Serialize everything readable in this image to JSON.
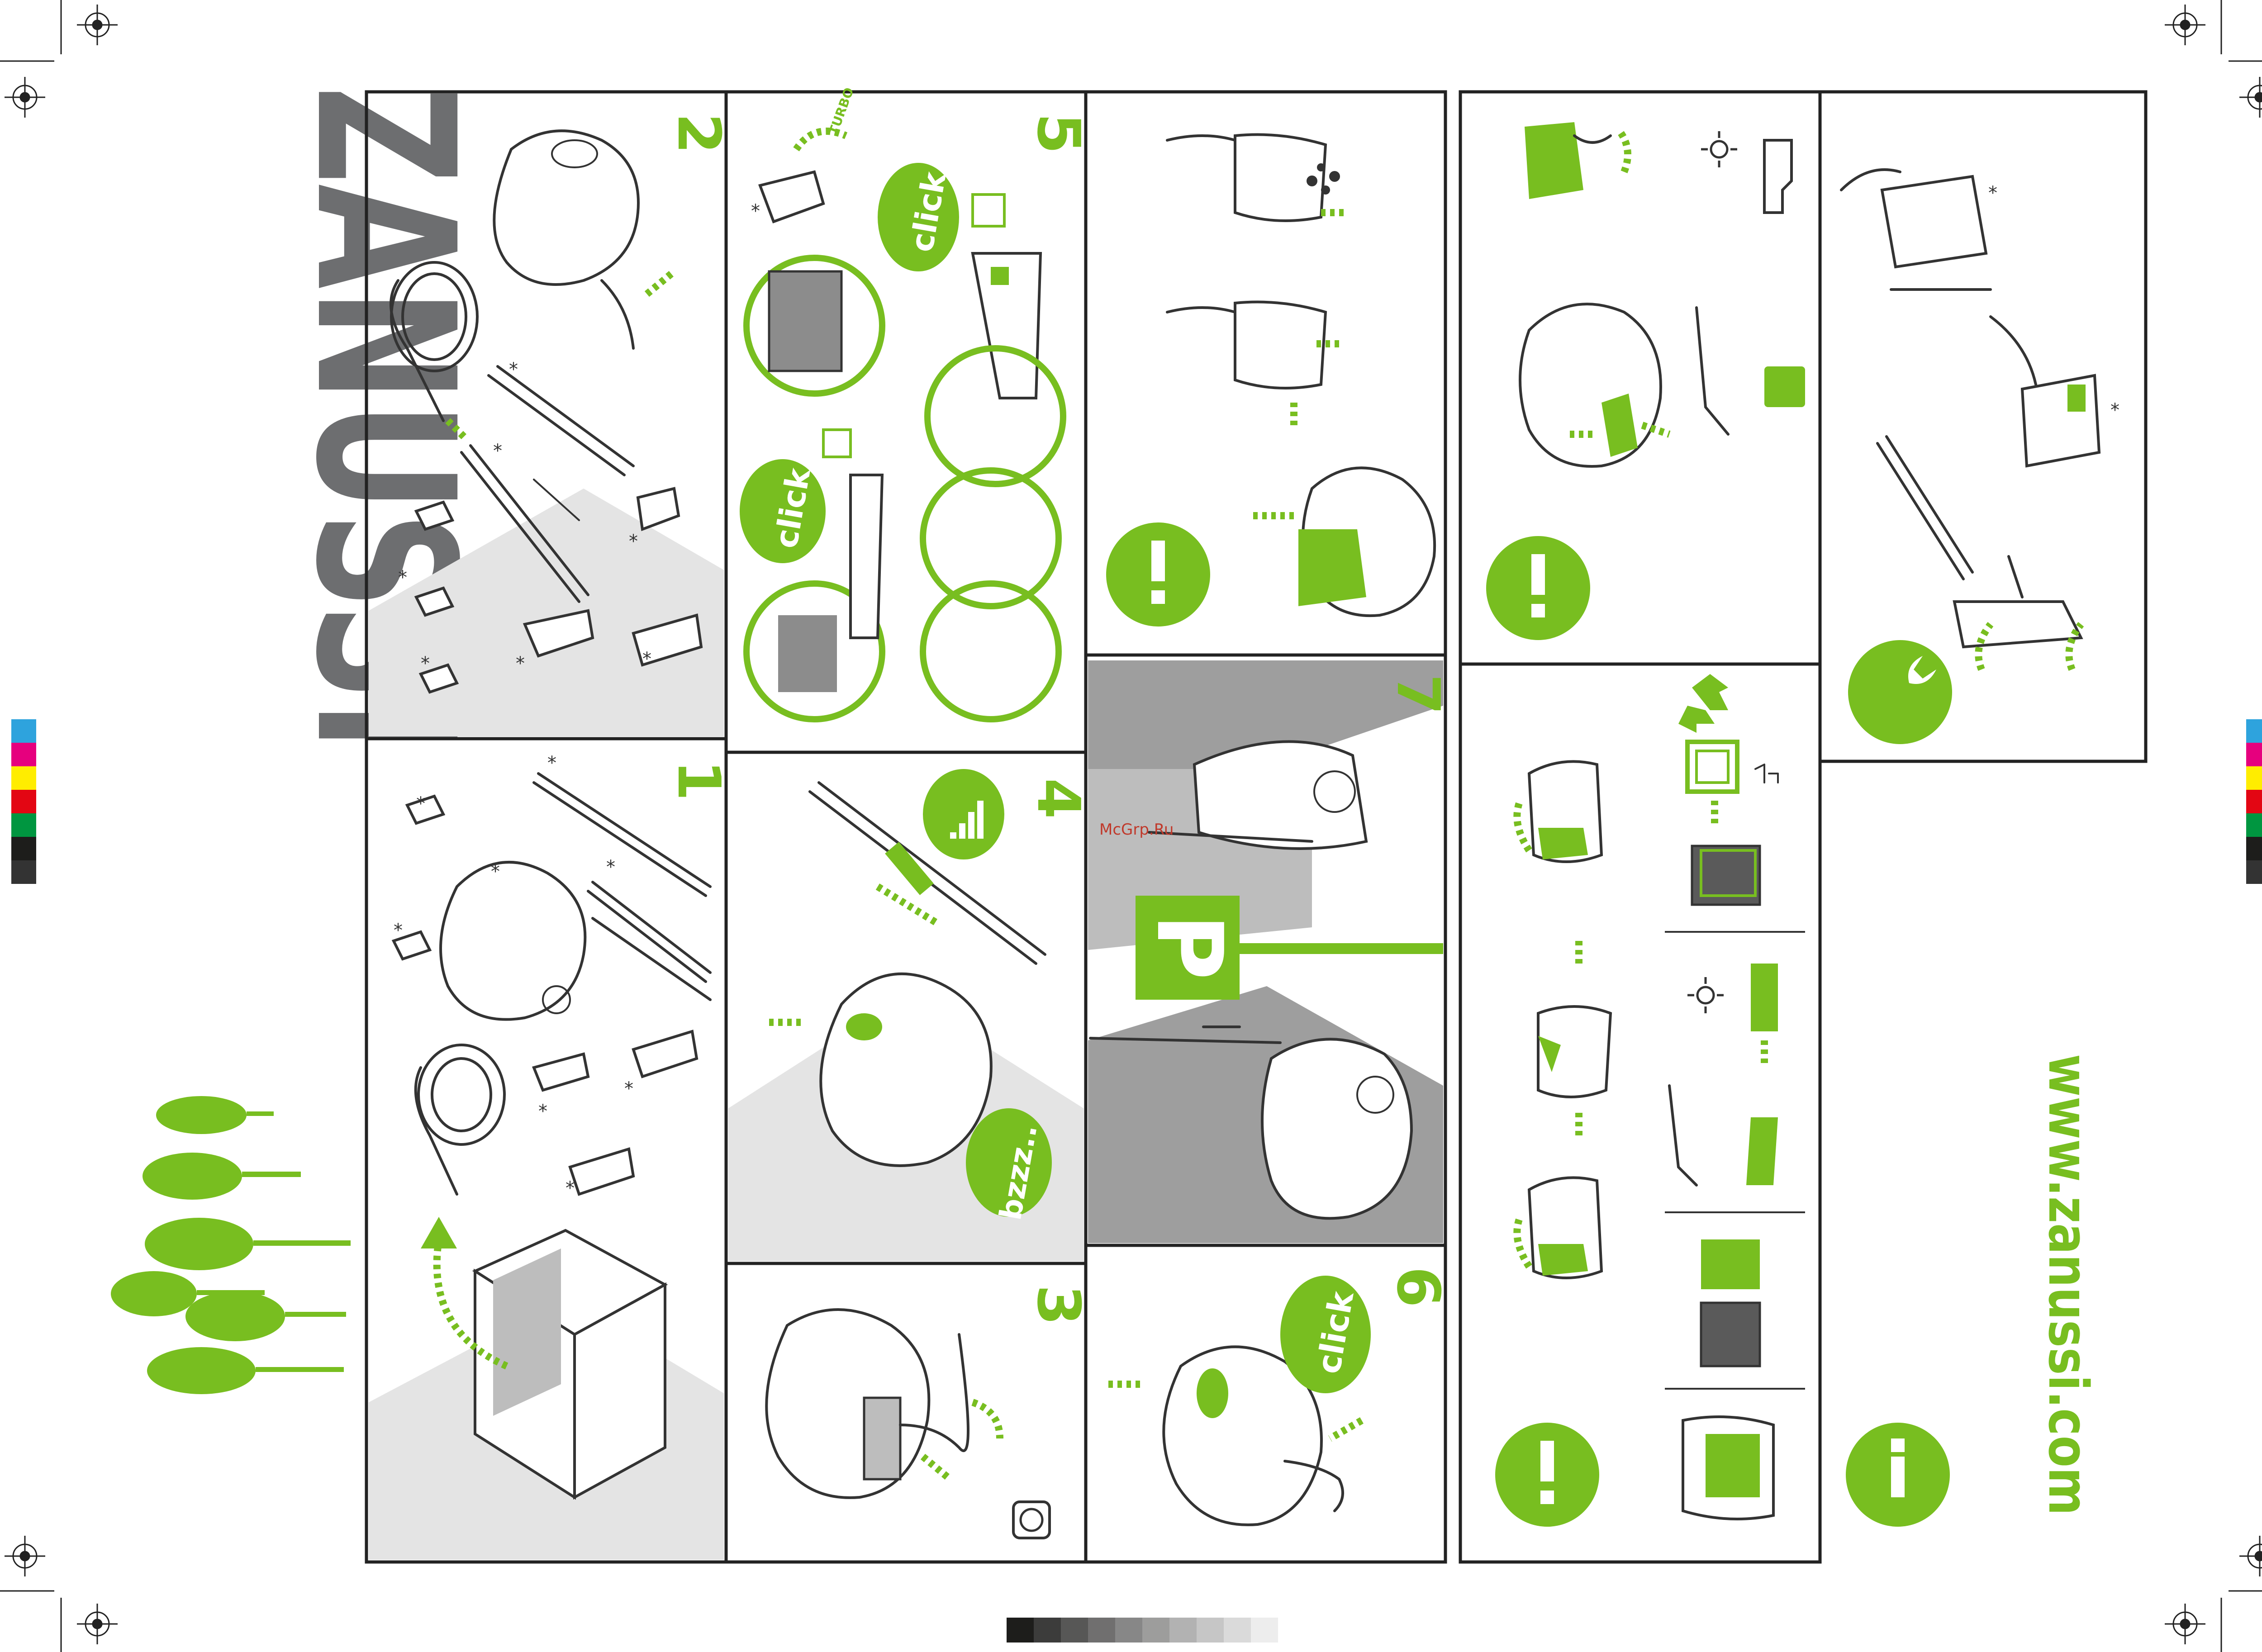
{
  "brand": {
    "logo_text": "ZANUSSI",
    "website": "www.zanussi.com",
    "logo_color": "#6d6e70"
  },
  "colors": {
    "accent": "#78be20",
    "line": "#333333",
    "shade": "#e4e4e4"
  },
  "steps": [
    {
      "number": "1"
    },
    {
      "number": "2"
    },
    {
      "number": "3"
    },
    {
      "number": "4"
    },
    {
      "number": "5"
    },
    {
      "number": "6"
    },
    {
      "number": "7"
    }
  ],
  "labels": {
    "click_1": "click",
    "click_2": "click",
    "click_3": "click",
    "bzzz": "bzzz..",
    "turbo": "TURBO",
    "park": "P",
    "asterisk": "*",
    "watermark": "McGrp.Ru"
  },
  "icons": {
    "info_circles": [
      "info-icon",
      "info-icon"
    ],
    "warning_circles": [
      "exclamation-icon",
      "exclamation-icon",
      "exclamation-icon",
      "exclamation-icon"
    ],
    "service": "wrench-icon",
    "recycle": "recycle-icon",
    "sun": "sun-icon",
    "socket": "power-socket-icon",
    "signal": "signal-bars-icon"
  },
  "print_marks": {
    "color_bar": [
      "#2ea3dd",
      "#e6007e",
      "#ffed00",
      "#e30613",
      "#009640",
      "#1d1d1b"
    ],
    "grey_ramp": [
      "#1d1d1b",
      "#3c3c3b",
      "#575756",
      "#706f6f",
      "#878787",
      "#9d9d9c",
      "#b2b2b2",
      "#c6c6c6",
      "#dadada",
      "#ededed"
    ]
  }
}
